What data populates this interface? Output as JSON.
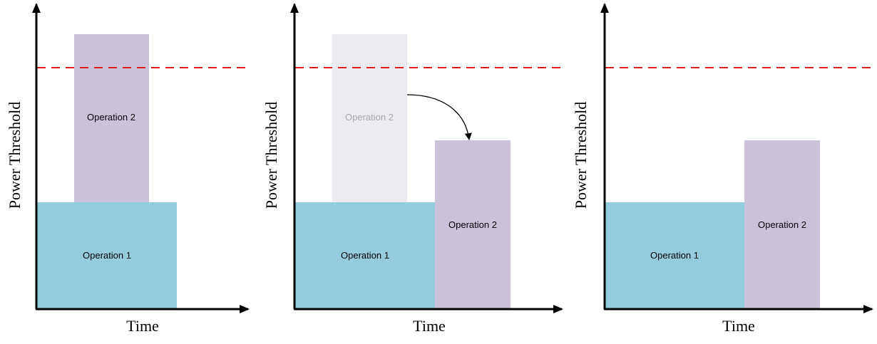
{
  "colors": {
    "operation_1": "#93cddb",
    "operation_2": "#cbc2d9",
    "operation_2_faded": "#ece9f1",
    "threshold_line": "#e01b1b",
    "axis": "#000000",
    "label": "#000000",
    "label_faded": "#a8a8a8"
  },
  "panels": [
    {
      "axis": {
        "x_label": "Time",
        "y_label": "Power Threshold"
      },
      "operation_1": {
        "label": "Operation 1"
      },
      "operation_2": {
        "label": "Operation 2"
      }
    },
    {
      "axis": {
        "x_label": "Time",
        "y_label": "Power Threshold"
      },
      "operation_1": {
        "label": "Operation 1"
      },
      "operation_2_original": {
        "label": "Operation 2"
      },
      "operation_2": {
        "label": "Operation 2"
      },
      "shift_arrow": {
        "icon": "curved-arrow-icon"
      }
    },
    {
      "axis": {
        "x_label": "Time",
        "y_label": "Power Threshold"
      },
      "operation_1": {
        "label": "Operation 1"
      },
      "operation_2": {
        "label": "Operation 2"
      }
    }
  ]
}
